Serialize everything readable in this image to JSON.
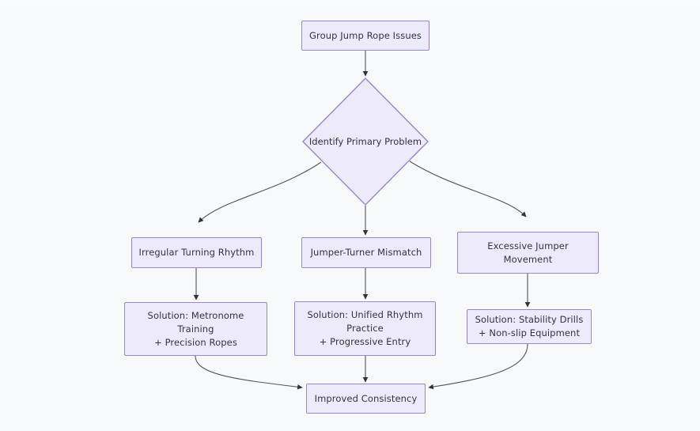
{
  "diagram": {
    "type": "flowchart",
    "direction": "top-down",
    "title_node": {
      "id": "start",
      "label": "Group Jump Rope Issues",
      "shape": "rectangle"
    },
    "decision_node": {
      "id": "decide",
      "label": "Identify Primary Problem",
      "shape": "diamond"
    },
    "problem_nodes": [
      {
        "id": "problem-irregular-rhythm",
        "label": "Irregular Turning Rhythm",
        "shape": "rectangle"
      },
      {
        "id": "problem-jumper-turner-mismatch",
        "label": "Jumper-Turner Mismatch",
        "shape": "rectangle"
      },
      {
        "id": "problem-excessive-movement",
        "label": "Excessive Jumper\nMovement",
        "shape": "rectangle"
      }
    ],
    "solution_nodes": [
      {
        "id": "solution-metronome",
        "label": "Solution: Metronome\nTraining\n+ Precision Ropes",
        "shape": "rectangle"
      },
      {
        "id": "solution-unified-rhythm",
        "label": "Solution: Unified Rhythm\nPractice\n+ Progressive Entry",
        "shape": "rectangle"
      },
      {
        "id": "solution-stability",
        "label": "Solution: Stability Drills\n+ Non-slip Equipment",
        "shape": "rectangle"
      }
    ],
    "end_node": {
      "id": "outcome-improved-consistency",
      "label": "Improved Consistency",
      "shape": "rectangle"
    },
    "colors": {
      "background": "#f8f9fb",
      "node_fill": "#eceafb",
      "node_border": "#9a86d0",
      "node_text": "#333340",
      "edge_stroke": "#555555"
    },
    "edges": [
      {
        "from": "start",
        "to": "decide",
        "style": "straight-arrow"
      },
      {
        "from": "decide",
        "to": "problem-irregular-rhythm",
        "style": "curved-arrow"
      },
      {
        "from": "decide",
        "to": "problem-jumper-turner-mismatch",
        "style": "straight-arrow"
      },
      {
        "from": "decide",
        "to": "problem-excessive-movement",
        "style": "curved-arrow"
      },
      {
        "from": "problem-irregular-rhythm",
        "to": "solution-metronome",
        "style": "straight-arrow"
      },
      {
        "from": "problem-jumper-turner-mismatch",
        "to": "solution-unified-rhythm",
        "style": "straight-arrow"
      },
      {
        "from": "problem-excessive-movement",
        "to": "solution-stability",
        "style": "straight-arrow"
      },
      {
        "from": "solution-metronome",
        "to": "outcome-improved-consistency",
        "style": "curved-arrow"
      },
      {
        "from": "solution-unified-rhythm",
        "to": "outcome-improved-consistency",
        "style": "straight-arrow"
      },
      {
        "from": "solution-stability",
        "to": "outcome-improved-consistency",
        "style": "curved-arrow"
      }
    ]
  }
}
